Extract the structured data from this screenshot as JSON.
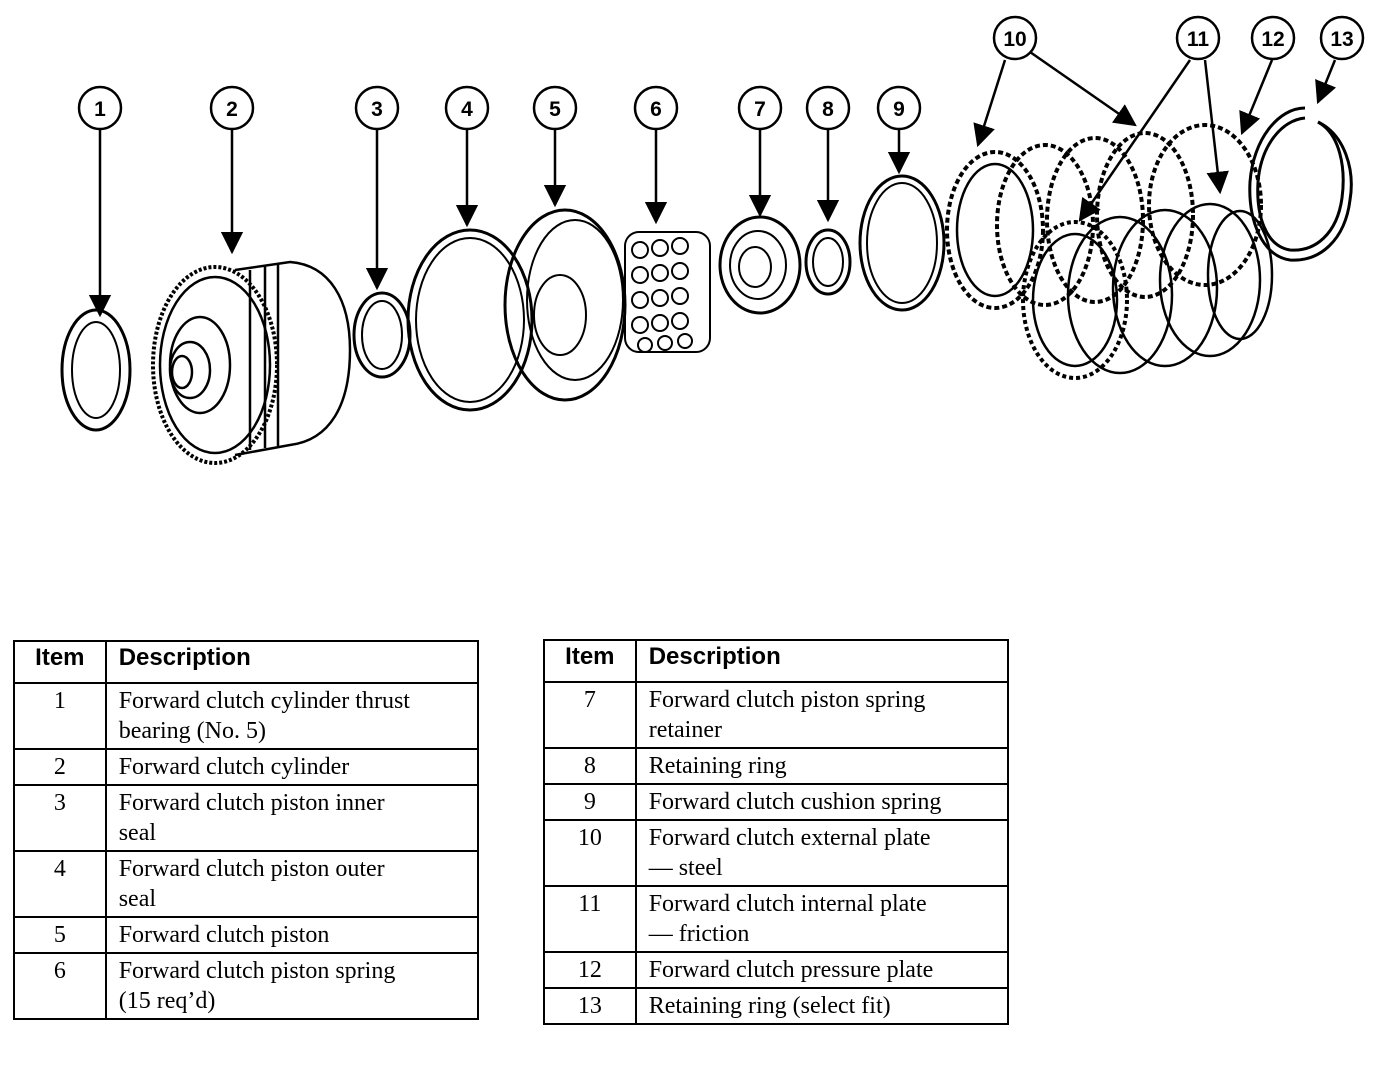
{
  "callouts": [
    "1",
    "2",
    "3",
    "4",
    "5",
    "6",
    "7",
    "8",
    "9",
    "10",
    "11",
    "12",
    "13"
  ],
  "table_left": {
    "header_item": "Item",
    "header_desc": "Description",
    "rows": [
      {
        "item": "1",
        "line1": "Forward clutch cylinder thrust",
        "line2": "bearing (No. 5)"
      },
      {
        "item": "2",
        "line1": "Forward clutch cylinder",
        "line2": ""
      },
      {
        "item": "3",
        "line1": "Forward clutch piston inner",
        "line2": "seal"
      },
      {
        "item": "4",
        "line1": "Forward clutch piston outer",
        "line2": "seal"
      },
      {
        "item": "5",
        "line1": "Forward clutch piston",
        "line2": ""
      },
      {
        "item": "6",
        "line1": "Forward clutch piston spring",
        "line2": "(15 req’d)"
      }
    ]
  },
  "table_right": {
    "header_item": "Item",
    "header_desc": "Description",
    "rows": [
      {
        "item": "7",
        "line1": "Forward clutch piston spring",
        "line2": "retainer"
      },
      {
        "item": "8",
        "line1": "Retaining ring",
        "line2": ""
      },
      {
        "item": "9",
        "line1": "Forward clutch cushion spring",
        "line2": ""
      },
      {
        "item": "10",
        "line1": "Forward clutch external plate",
        "line2": "— steel"
      },
      {
        "item": "11",
        "line1": "Forward clutch internal plate",
        "line2": "— friction"
      },
      {
        "item": "12",
        "line1": "Forward clutch pressure plate",
        "line2": ""
      },
      {
        "item": "13",
        "line1": "Retaining ring (select fit)",
        "line2": ""
      }
    ]
  }
}
